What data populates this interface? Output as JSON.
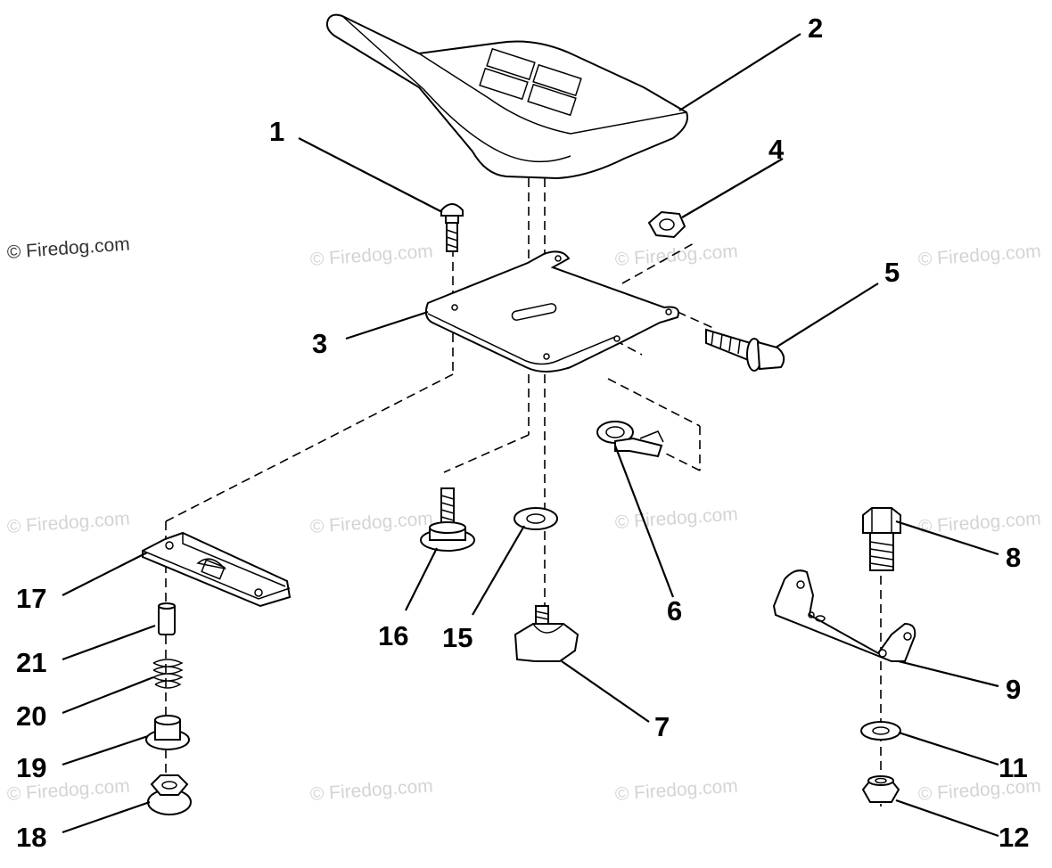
{
  "watermark": "© Firedog.com",
  "callouts": {
    "c1": "1",
    "c2": "2",
    "c3": "3",
    "c4": "4",
    "c5": "5",
    "c6": "6",
    "c7": "7",
    "c8": "8",
    "c9": "9",
    "c11": "11",
    "c12": "12",
    "c15": "15",
    "c16": "16",
    "c17": "17",
    "c18": "18",
    "c19": "19",
    "c20": "20",
    "c21": "21"
  }
}
